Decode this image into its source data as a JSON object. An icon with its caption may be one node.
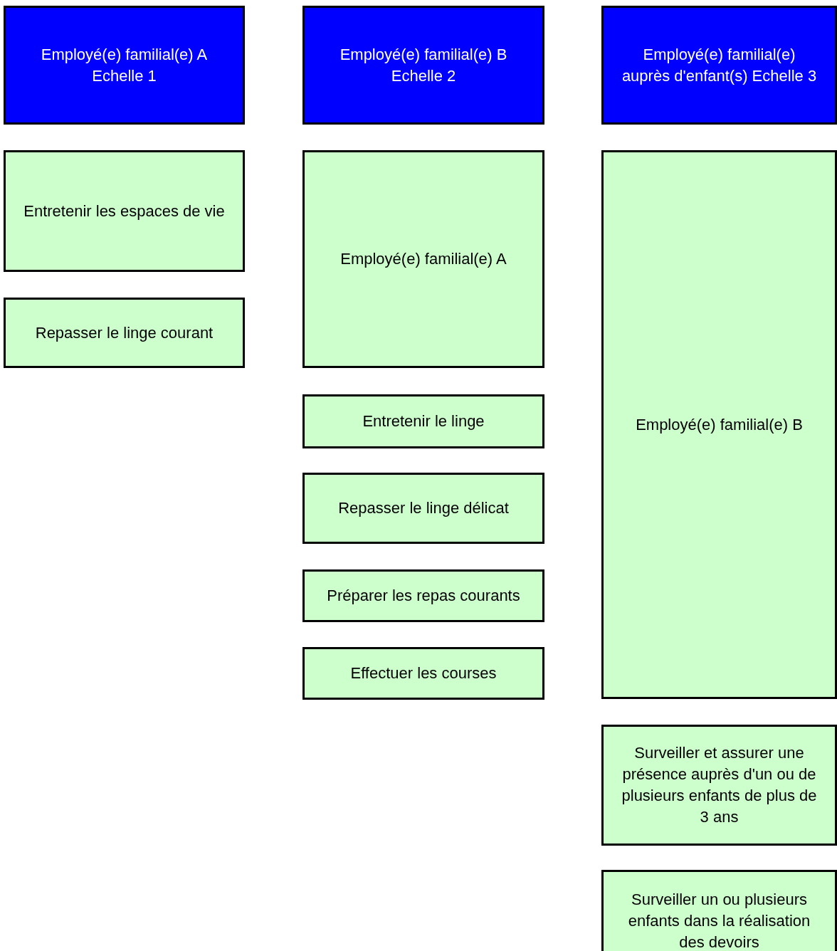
{
  "diagram": {
    "nodes": [
      {
        "text": [
          "Employé(e) familial(e) A Echelle 1"
        ]
      },
      {
        "text": [
          "Entretenir les espaces de vie"
        ]
      },
      {
        "text": [
          "Repasser le linge courant"
        ]
      },
      {
        "text": [
          "Employé(e) familial(e) B Echelle 2"
        ]
      },
      {
        "text": [
          "Employé(e) familial(e) A"
        ]
      },
      {
        "text": [
          "Entretenir le linge"
        ]
      },
      {
        "text": [
          "Repasser le linge délicat"
        ]
      },
      {
        "text": [
          "Préparer les repas courants"
        ]
      },
      {
        "text": [
          "Effectuer les courses"
        ]
      },
      {
        "text": [
          "Employé(e) familial(e) auprès d'enfant(s) Echelle 3"
        ]
      },
      {
        "text": [
          "Employé(e) familial(e) B"
        ]
      },
      {
        "text": [
          "Surveiller et assurer une présence auprès d'un ou de plusieurs enfants de plus de 3 ans"
        ]
      },
      {
        "text": [
          "Surveiller un ou plusieurs enfants dans la réalisation des devoirs"
        ]
      }
    ]
  }
}
